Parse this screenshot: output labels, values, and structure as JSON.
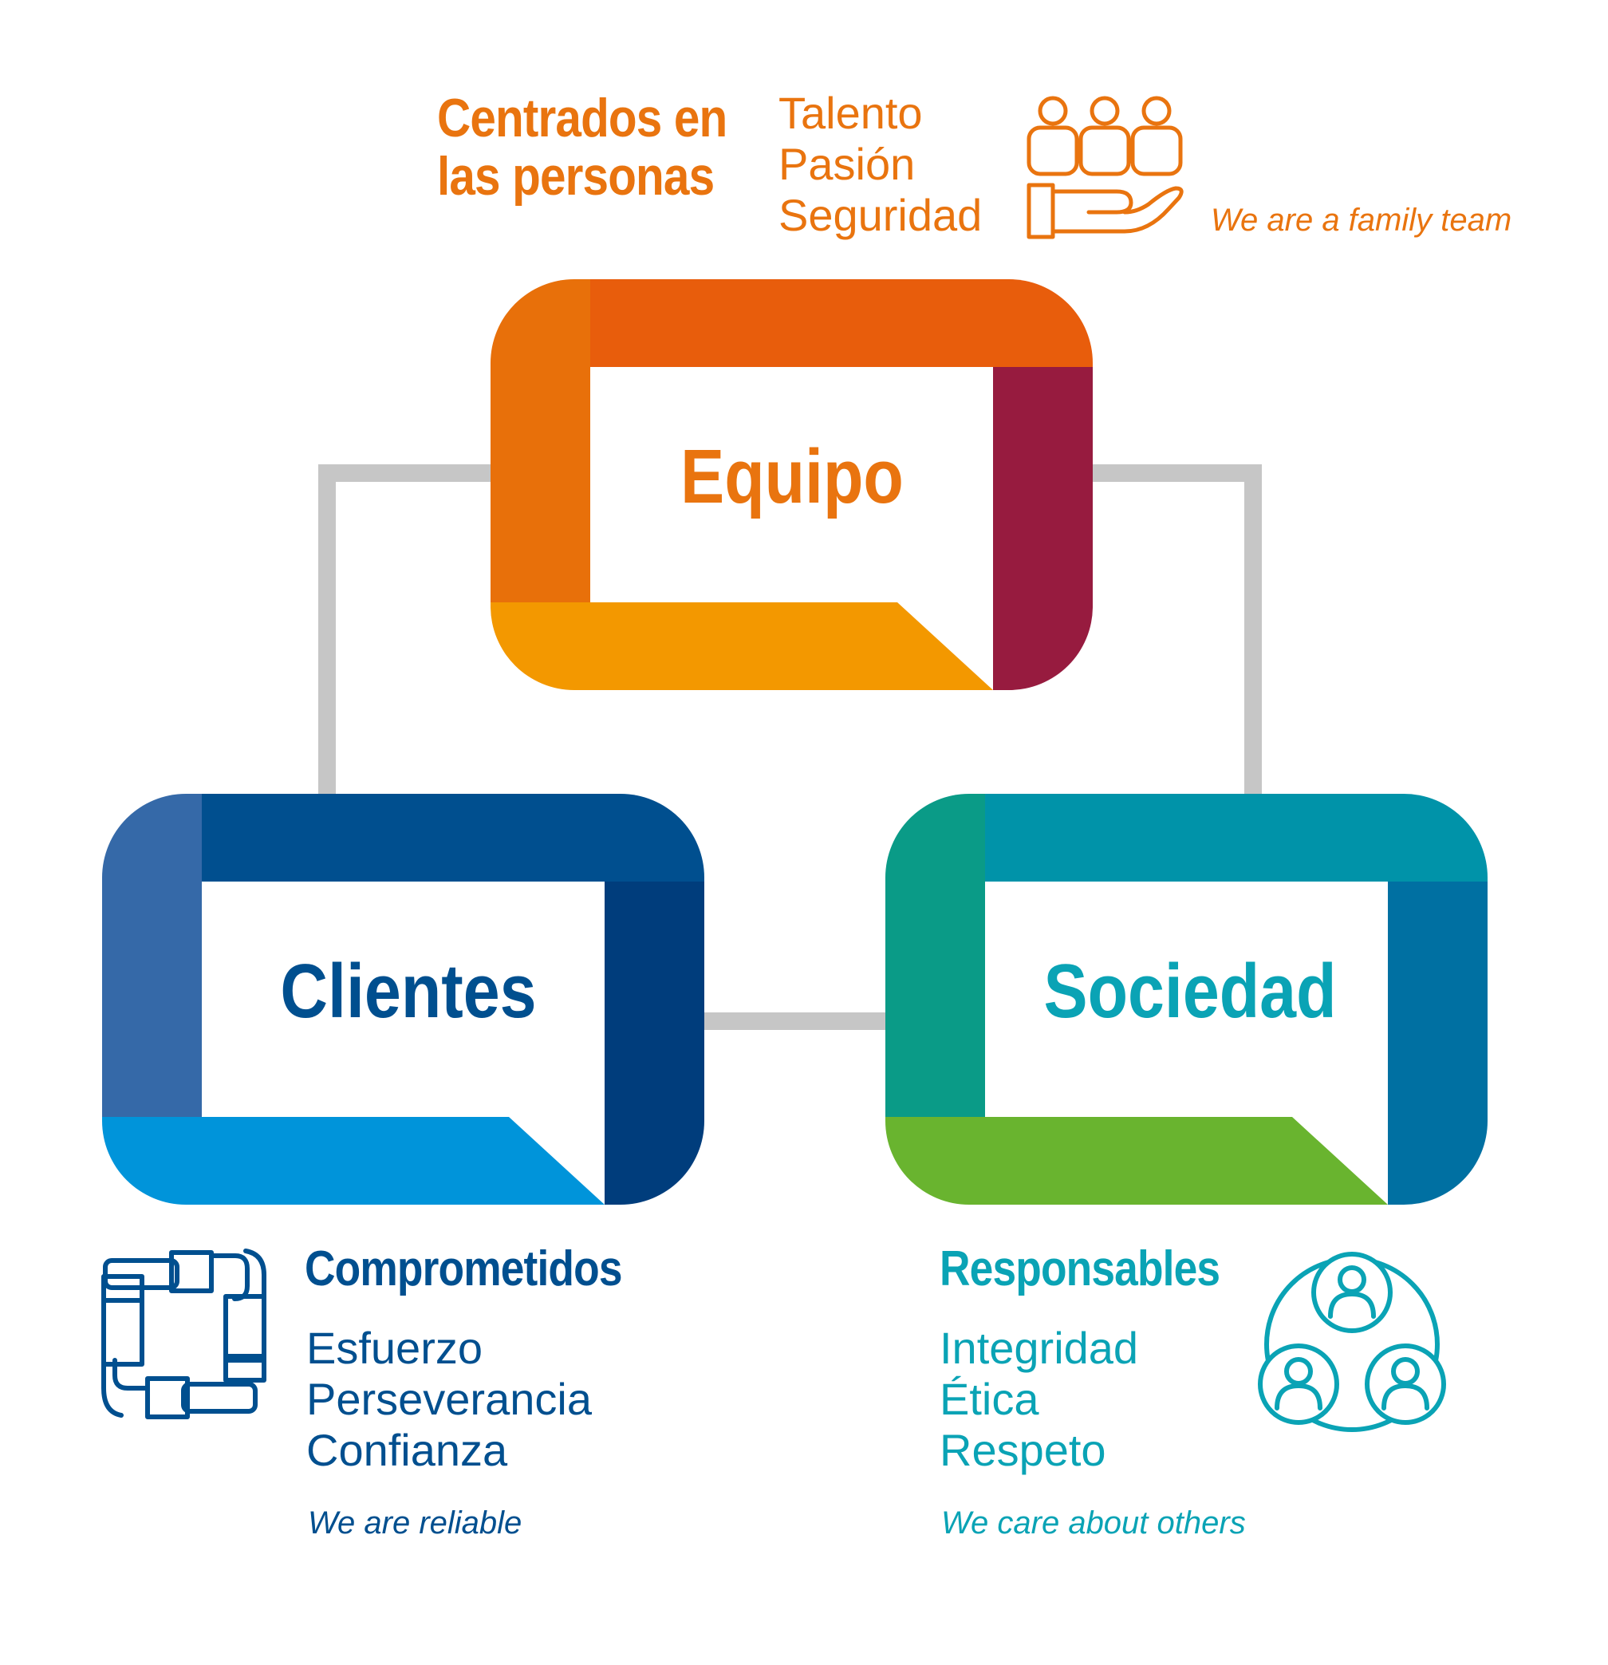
{
  "colors": {
    "orange": "#E8700A",
    "orange_text": "#E9740F",
    "dark_orange": "#E85D0C",
    "yellow": "#F39800",
    "maroon": "#971B3F",
    "blue_dark": "#004F8F",
    "blue_navy": "#003D7C",
    "blue_mid": "#3569A8",
    "blue_light": "#0094DA",
    "teal_dark": "#0093A9",
    "teal": "#0AA3B5",
    "teal_green": "#0A9B87",
    "petrol": "#0070A2",
    "green": "#69B42F",
    "connector": "#C6C6C6"
  },
  "nodes": {
    "equipo": {
      "label": "Equipo"
    },
    "clientes": {
      "label": "Clientes"
    },
    "sociedad": {
      "label": "Sociedad"
    }
  },
  "equipo_info": {
    "heading_line1": "Centrados en",
    "heading_line2": "las personas",
    "values": [
      "Talento",
      "Pasión",
      "Seguridad"
    ],
    "tagline": "We are a family team",
    "icon": "people-in-hand-icon"
  },
  "clientes_info": {
    "heading": "Comprometidos",
    "values": [
      "Esfuerzo",
      "Perseverancia",
      "Confianza"
    ],
    "tagline": "We are reliable",
    "icon": "joined-hands-icon"
  },
  "sociedad_info": {
    "heading": "Responsables",
    "values": [
      "Integridad",
      "Ética",
      "Respeto"
    ],
    "tagline": "We care about others",
    "icon": "people-network-icon"
  }
}
